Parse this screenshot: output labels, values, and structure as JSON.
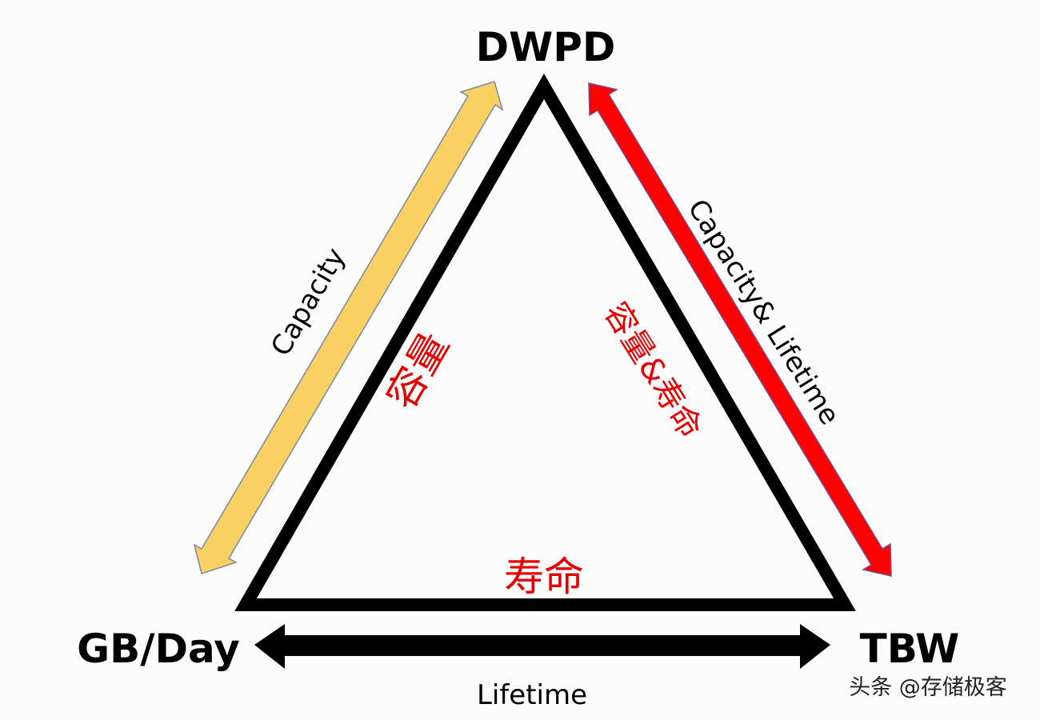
{
  "vertices": {
    "top": "DWPD",
    "bottom_left": "GB/Day",
    "bottom_right": "TBW"
  },
  "edges": {
    "left": {
      "label": "Capacity",
      "cn_label": "容量",
      "color": "#f9d062",
      "stroke": "#7a8aa0"
    },
    "right": {
      "label": "Capacity& Lifetime",
      "cn_label": "容量&寿命",
      "color": "#ff0000",
      "stroke": "#7a4a8a"
    },
    "bottom": {
      "label": "Lifetime",
      "cn_label": "寿命",
      "color": "#000000"
    }
  },
  "watermark": "头条 @存储极客",
  "colors": {
    "triangle": "#000000",
    "cn_text": "#e60000",
    "background": "#fcfcfc"
  }
}
